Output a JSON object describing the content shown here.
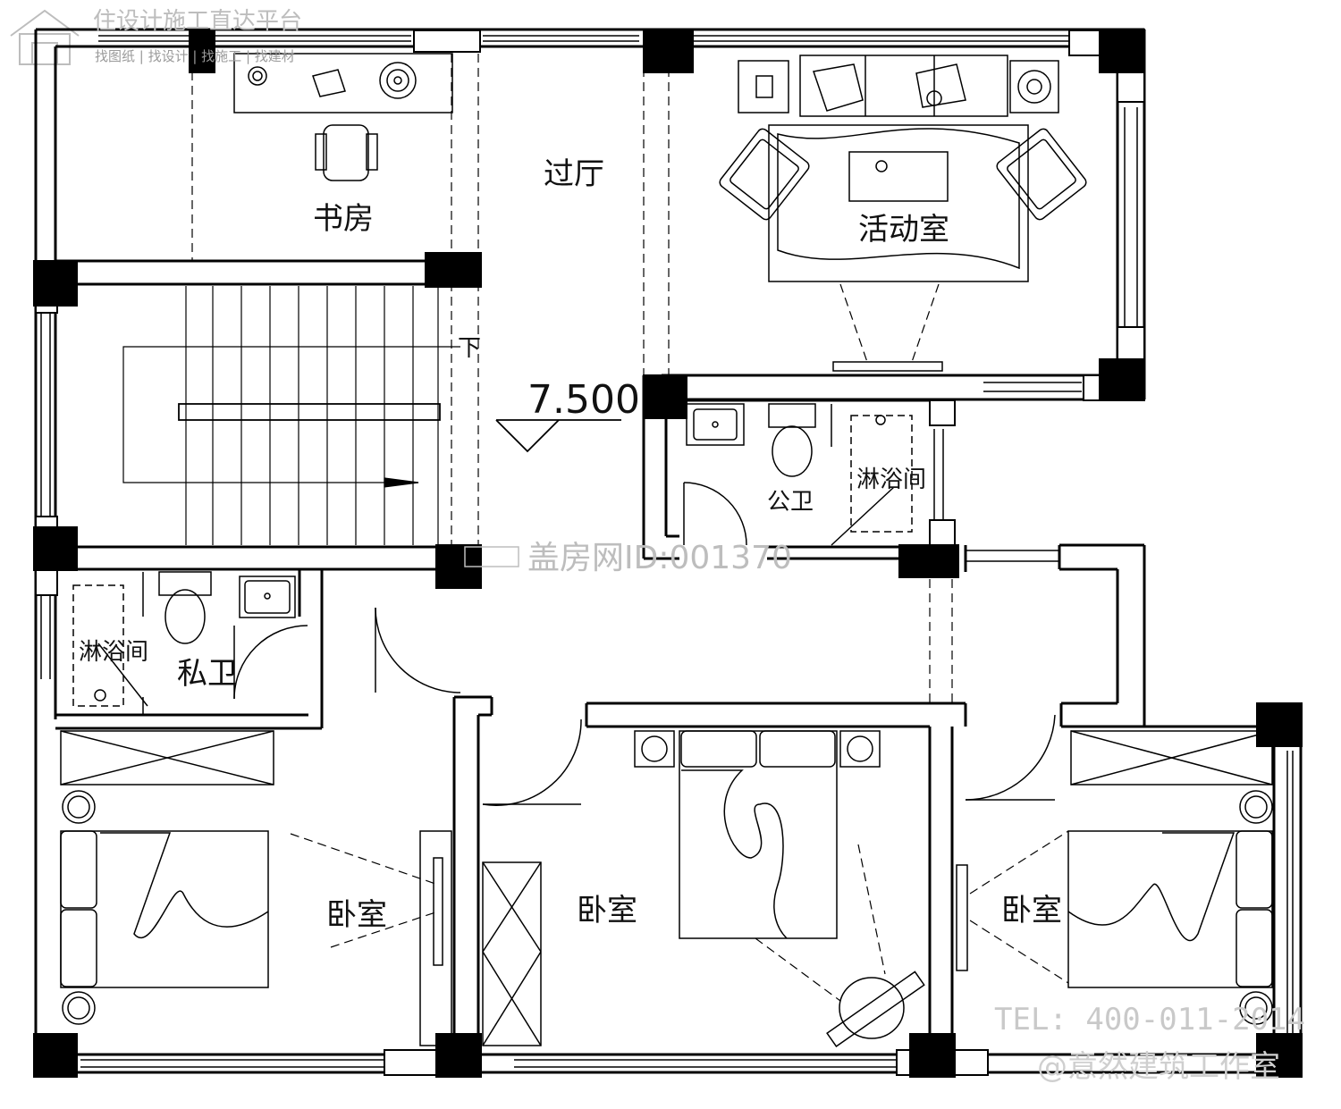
{
  "watermarks": {
    "top_title": "住设计施工直达平台",
    "top_links": "找图纸 | 找设计 | 找施工 | 找建材",
    "center_id": "盖房网ID:001370",
    "phone": "TEL: 400-011-2014",
    "studio": "@意然建筑工作室"
  },
  "rooms": {
    "study": "书房",
    "hall": "过厅",
    "activity": "活动室",
    "stair_down": "下",
    "public_bath": "公卫",
    "shower_a": "淋浴间",
    "shower_b": "淋浴间",
    "private_bath": "私卫",
    "bedroom_left": "卧室",
    "bedroom_center": "卧室",
    "bedroom_right": "卧室"
  },
  "elevation": "7.500",
  "colors": {
    "line": "#000000",
    "watermark": "#bdbdbd"
  }
}
